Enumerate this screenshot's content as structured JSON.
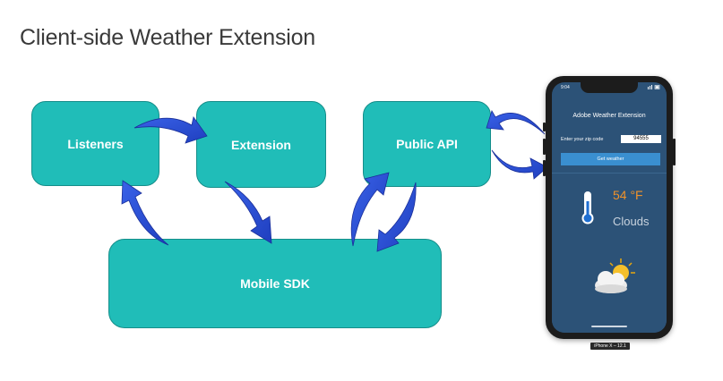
{
  "title": "Client-side Weather Extension",
  "boxes": {
    "listeners": "Listeners",
    "extension": "Extension",
    "public_api": "Public API",
    "mobile_sdk": "Mobile SDK"
  },
  "phone": {
    "status_time": "9:04",
    "app_title": "Adobe Weather Extension",
    "zip_label": "Enter your zip code",
    "zip_value": "94555",
    "button_label": "Get weather",
    "temperature": "54 °F",
    "condition": "Clouds",
    "device_label": "iPhone X – 12.1"
  },
  "colors": {
    "box_fill": "#20bdb8",
    "arrow_fill": "#2a4fd6",
    "temperature": "#f0922a"
  },
  "icons": [
    "thermometer-icon",
    "partly-cloudy-icon",
    "arrow-icon"
  ]
}
